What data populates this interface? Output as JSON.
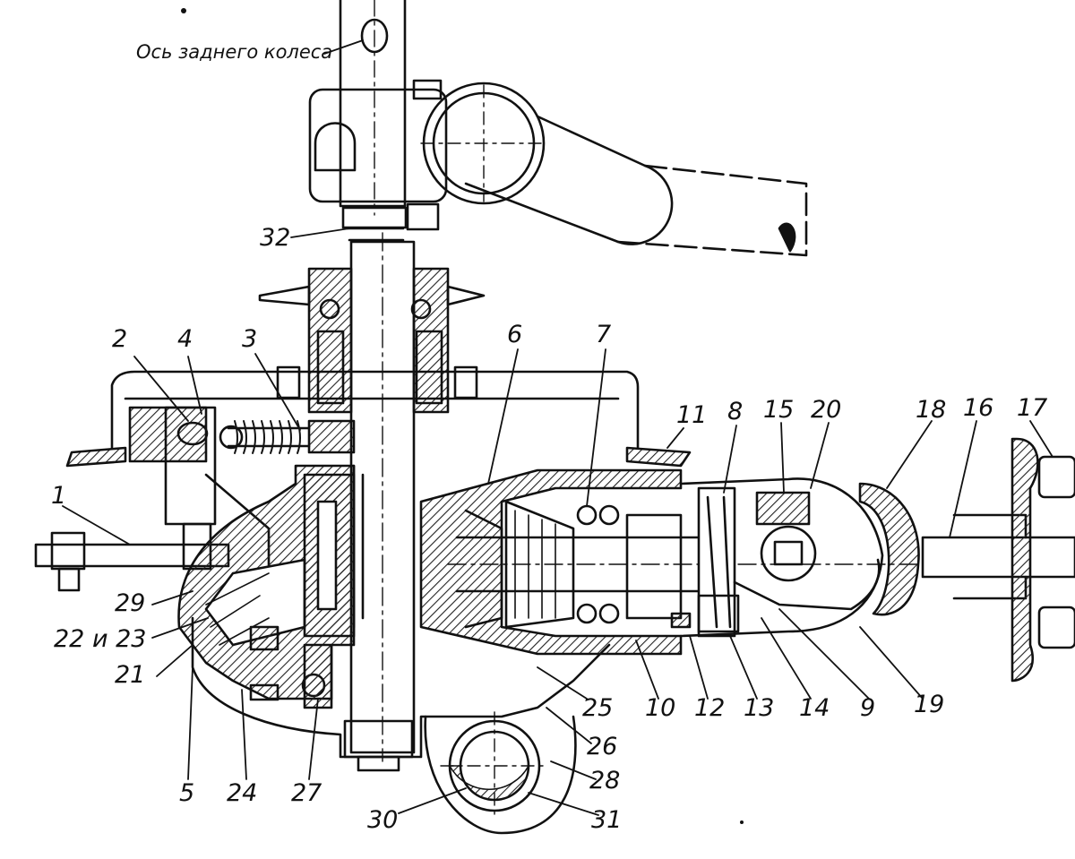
{
  "caption": "Ось заднего колеса",
  "callouts": [
    {
      "id": "c1",
      "text": "1"
    },
    {
      "id": "c2",
      "text": "2"
    },
    {
      "id": "c3",
      "text": "3"
    },
    {
      "id": "c4",
      "text": "4"
    },
    {
      "id": "c5",
      "text": "5"
    },
    {
      "id": "c6",
      "text": "6"
    },
    {
      "id": "c7",
      "text": "7"
    },
    {
      "id": "c8",
      "text": "8"
    },
    {
      "id": "c9",
      "text": "9"
    },
    {
      "id": "c10",
      "text": "10"
    },
    {
      "id": "c11",
      "text": "11"
    },
    {
      "id": "c12",
      "text": "12"
    },
    {
      "id": "c13",
      "text": "13"
    },
    {
      "id": "c14",
      "text": "14"
    },
    {
      "id": "c15",
      "text": "15"
    },
    {
      "id": "c16",
      "text": "16"
    },
    {
      "id": "c17",
      "text": "17"
    },
    {
      "id": "c18",
      "text": "18"
    },
    {
      "id": "c19",
      "text": "19"
    },
    {
      "id": "c20",
      "text": "20"
    },
    {
      "id": "c21",
      "text": "21"
    },
    {
      "id": "c22",
      "text": "22 и 23"
    },
    {
      "id": "c24",
      "text": "24"
    },
    {
      "id": "c25",
      "text": "25"
    },
    {
      "id": "c26",
      "text": "26"
    },
    {
      "id": "c27",
      "text": "27"
    },
    {
      "id": "c28",
      "text": "28"
    },
    {
      "id": "c29",
      "text": "29"
    },
    {
      "id": "c30",
      "text": "30"
    },
    {
      "id": "c31",
      "text": "31"
    },
    {
      "id": "c32",
      "text": "32"
    }
  ],
  "style": {
    "ink": "#111111",
    "hatch": "#222222",
    "paper": "#ffffff"
  }
}
